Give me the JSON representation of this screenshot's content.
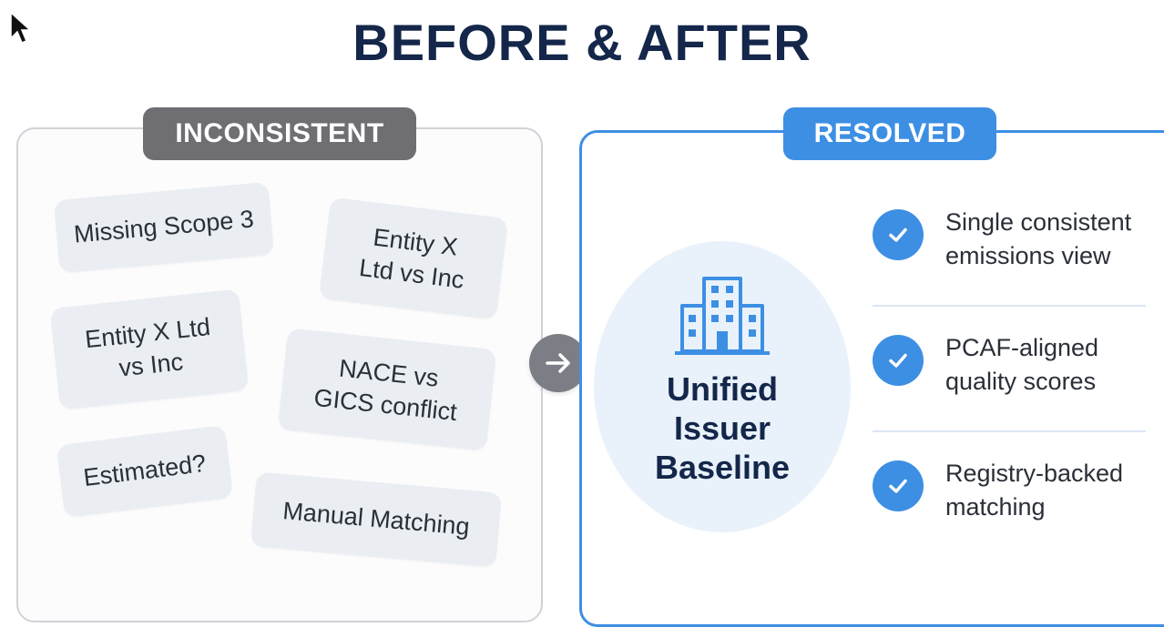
{
  "title": "BEFORE & AFTER",
  "left_panel": {
    "tag": "INCONSISTENT",
    "chips": [
      {
        "lines": [
          "Missing Scope 3"
        ]
      },
      {
        "lines": [
          "Entity X",
          "Ltd vs Inc"
        ]
      },
      {
        "lines": [
          "Entity X Ltd",
          "vs Inc"
        ]
      },
      {
        "lines": [
          "NACE vs",
          "GICS conflict"
        ]
      },
      {
        "lines": [
          "Estimated?"
        ]
      },
      {
        "lines": [
          "Manual Matching"
        ]
      }
    ]
  },
  "right_panel": {
    "tag": "RESOLVED",
    "center_icon": "building-icon",
    "center_label": [
      "Unified",
      "Issuer",
      "Baseline"
    ],
    "features": [
      {
        "icon": "check-icon",
        "lines": [
          "Single consistent",
          "emissions view"
        ]
      },
      {
        "icon": "check-icon",
        "lines": [
          "PCAF-aligned",
          "quality scores"
        ]
      },
      {
        "icon": "check-icon",
        "lines": [
          "Registry-backed",
          "matching"
        ]
      }
    ]
  },
  "connector_icon": "arrow-right-icon",
  "colors": {
    "title": "#14274a",
    "inconsistent_tag": "#6e6e73",
    "resolved_accent": "#3d8fe3",
    "chip_bg": "#eaedf2",
    "circle_bg": "#e9f2fb"
  }
}
